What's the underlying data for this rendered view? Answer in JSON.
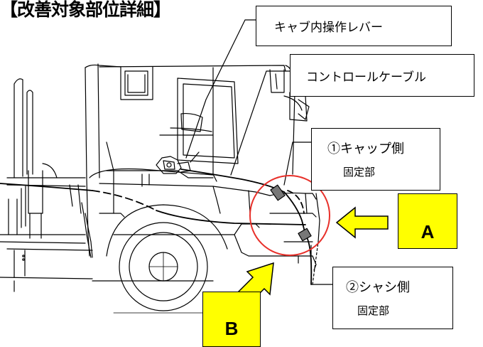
{
  "title": "【改善対象部位詳細】",
  "callouts": {
    "cab_lever": "キャブ内操作レバー",
    "control_cable": "コントロールケーブル",
    "cab_side_line1": "①キャップ側",
    "cab_side_line2": "固定部",
    "chassis_side_line1": "②シャシ側",
    "chassis_side_line2": "固定部"
  },
  "view_markers": {
    "a": "A",
    "b": "B"
  },
  "colors": {
    "marker_fill": "#ffff00",
    "highlight_circle": "#e8302a",
    "line": "#000000"
  }
}
